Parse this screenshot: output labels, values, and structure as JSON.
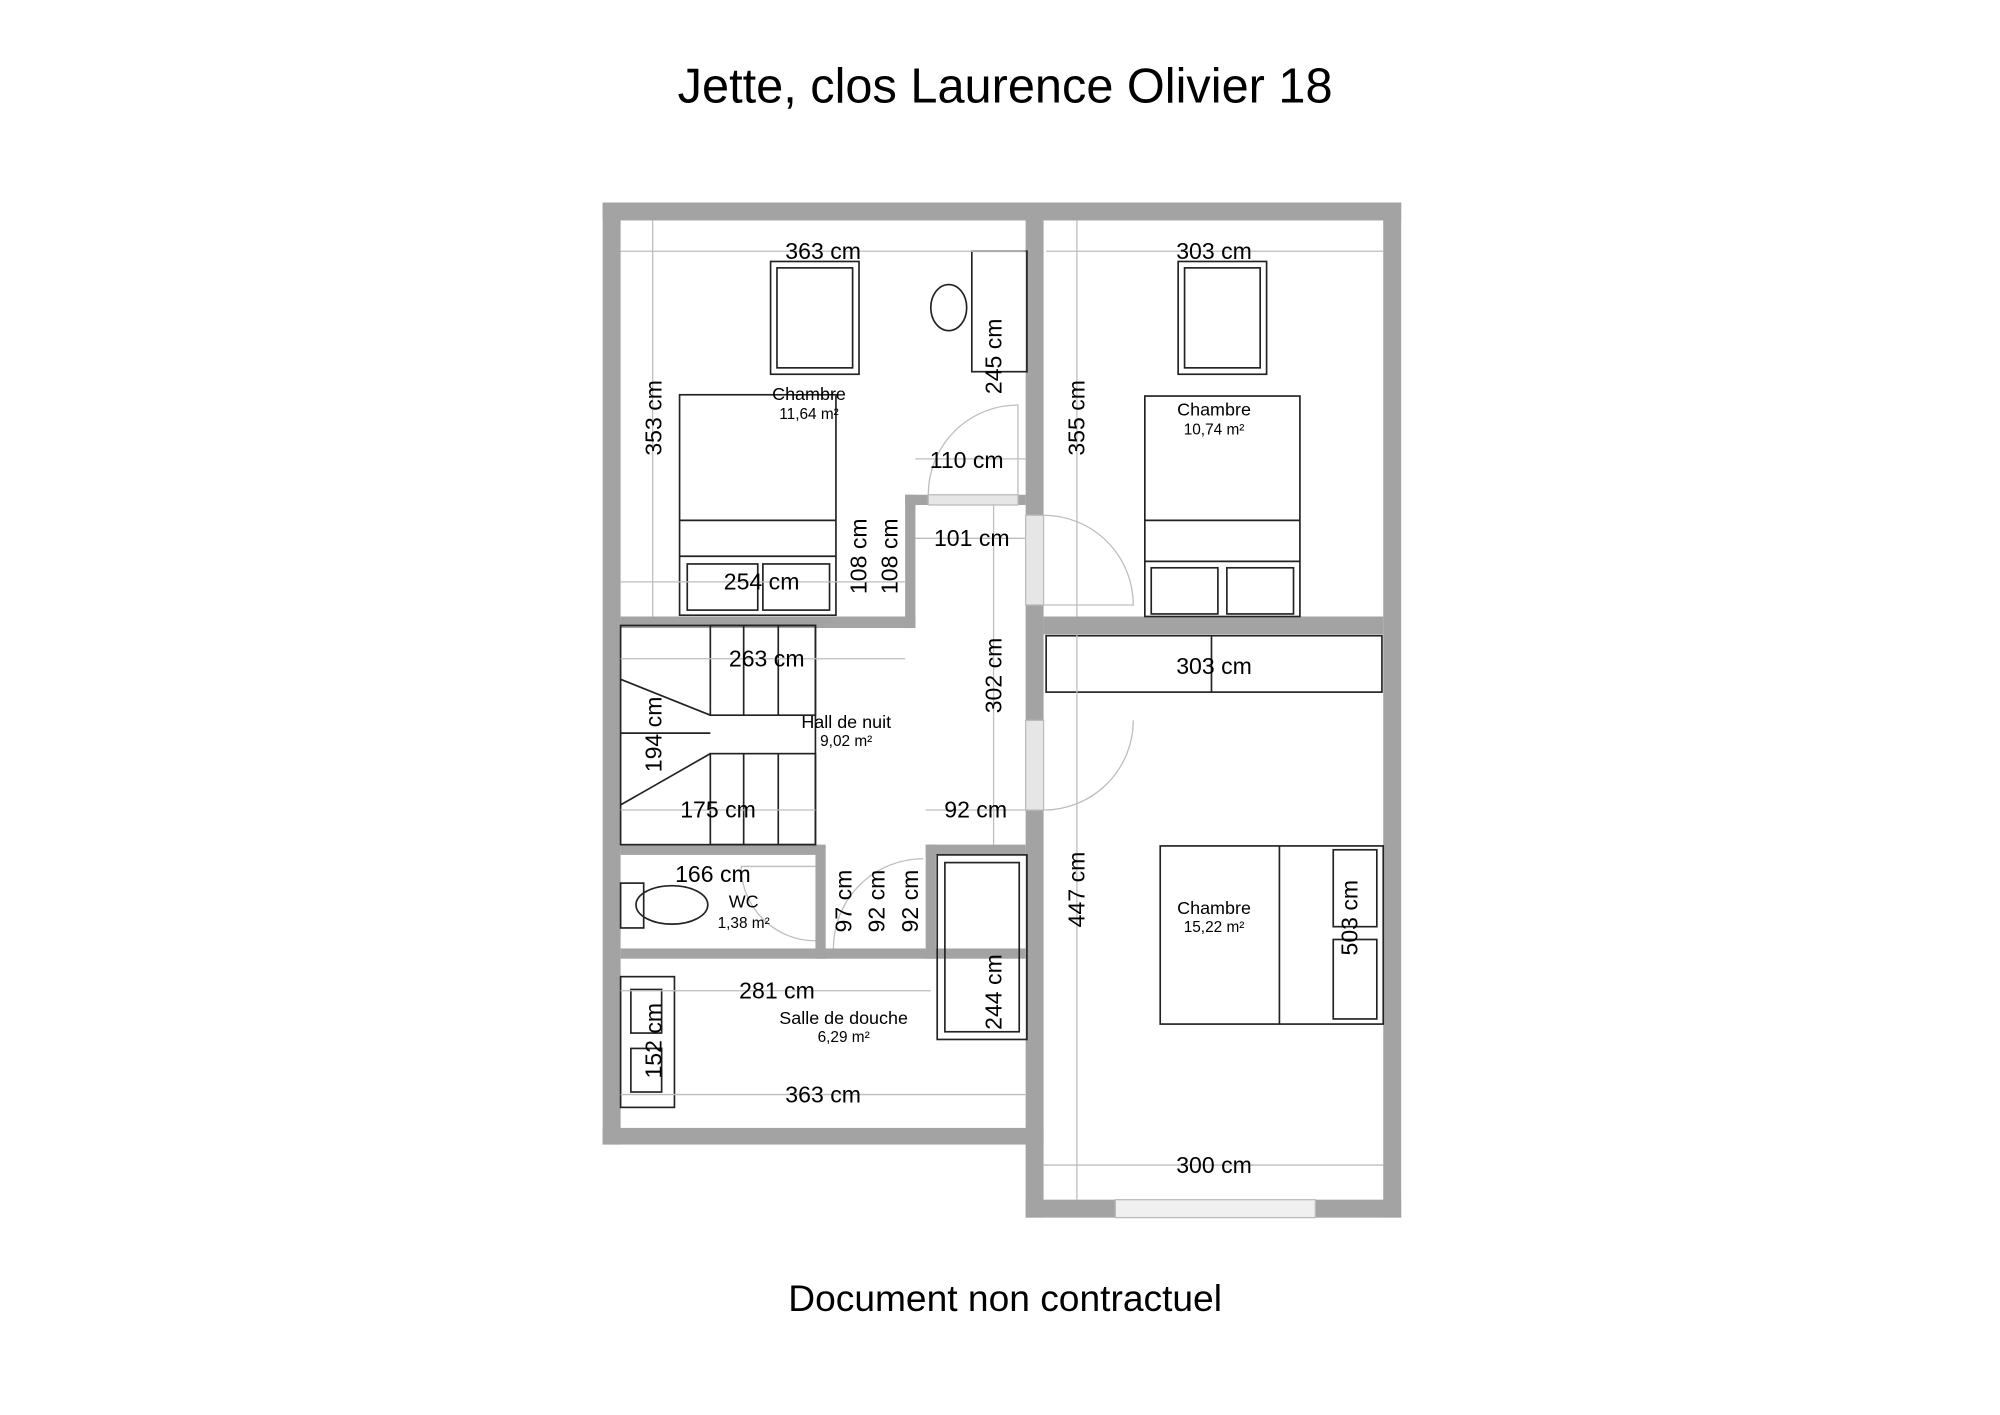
{
  "title": "Jette, clos Laurence Olivier 18",
  "footer": "Document non contractuel",
  "rooms": [
    {
      "name": "Chambre",
      "area": "11,64 m²"
    },
    {
      "name": "Chambre",
      "area": "10,74 m²"
    },
    {
      "name": "Hall de nuit",
      "area": "9,02 m²"
    },
    {
      "name": "WC",
      "area": "1,38 m²"
    },
    {
      "name": "Salle de douche",
      "area": "6,29 m²"
    },
    {
      "name": "Chambre",
      "area": "15,22 m²"
    }
  ],
  "dimensions": [
    "363 cm",
    "353 cm",
    "245 cm",
    "110 cm",
    "254 cm",
    "108 cm",
    "108 cm",
    "101 cm",
    "303 cm",
    "355 cm",
    "303 cm",
    "263 cm",
    "302 cm",
    "194 cm",
    "175 cm",
    "92 cm",
    "166 cm",
    "97 cm",
    "92 cm",
    "92 cm",
    "447 cm",
    "503 cm",
    "281 cm",
    "244 cm",
    "152 cm",
    "363 cm",
    "300 cm"
  ],
  "colors": {
    "wall": "#a3a3a3",
    "text": "#000000"
  }
}
